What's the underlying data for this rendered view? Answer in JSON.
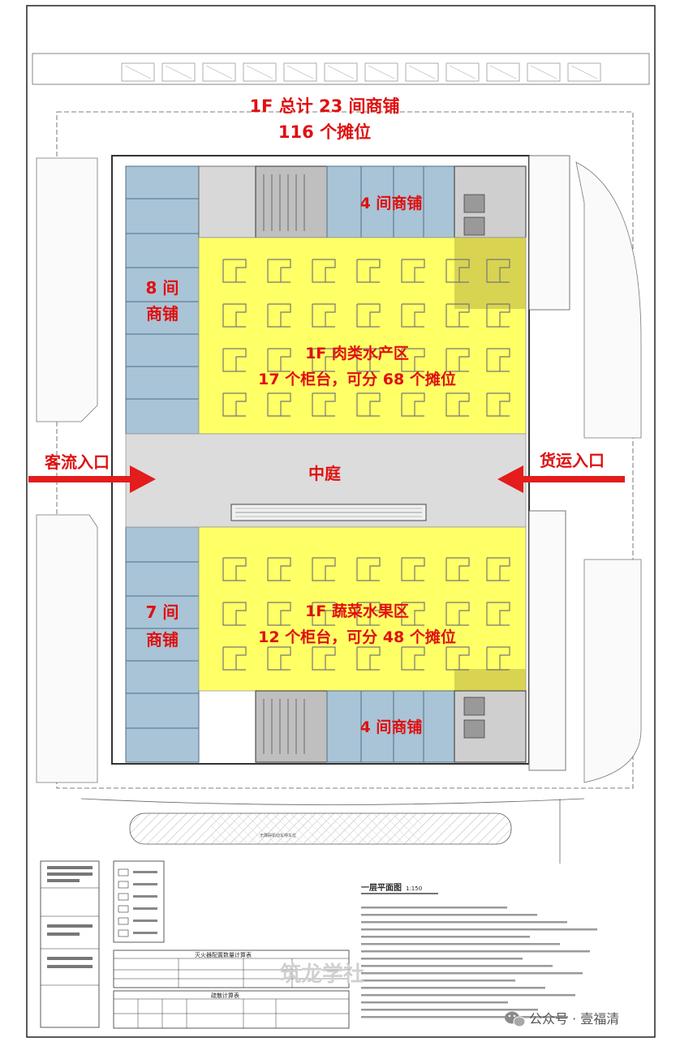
{
  "labels": {
    "title_line1": "1F 总计 23 间商铺",
    "title_line2": "116 个摊位",
    "shops_top": "4 间商铺",
    "shops_bottom": "4 间商铺",
    "shops_left_top_1": "8 间",
    "shops_left_top_2": "商铺",
    "shops_left_bottom_1": "7 间",
    "shops_left_bottom_2": "商铺",
    "meat_zone_1": "1F 肉类水产区",
    "meat_zone_2": "17 个柜台，可分 68 个摊位",
    "veg_zone_1": "1F 蔬菜水果区",
    "veg_zone_2": "12 个柜台，可分 48 个摊位",
    "courtyard": "中庭",
    "entrance_customer": "客流入口",
    "entrance_goods": "货运入口",
    "plan_title": "一层平面图",
    "plan_scale": "1:150",
    "table_fire_title": "灭火器配置数量计算表",
    "table_calc_title": "疏散计算表",
    "parking_label": "无障碍机动车停车位",
    "watermark_site": "筑龙学社",
    "watermark_account": "公众号 · 壹福清"
  },
  "colors": {
    "zone_yellow": "#ffff66",
    "shop_blue": "#a9c4d6",
    "label_red": "#e01010",
    "arrow_red": "#e31c1c"
  },
  "icons": [
    "arrow-right-icon",
    "arrow-left-icon",
    "wechat-icon"
  ]
}
